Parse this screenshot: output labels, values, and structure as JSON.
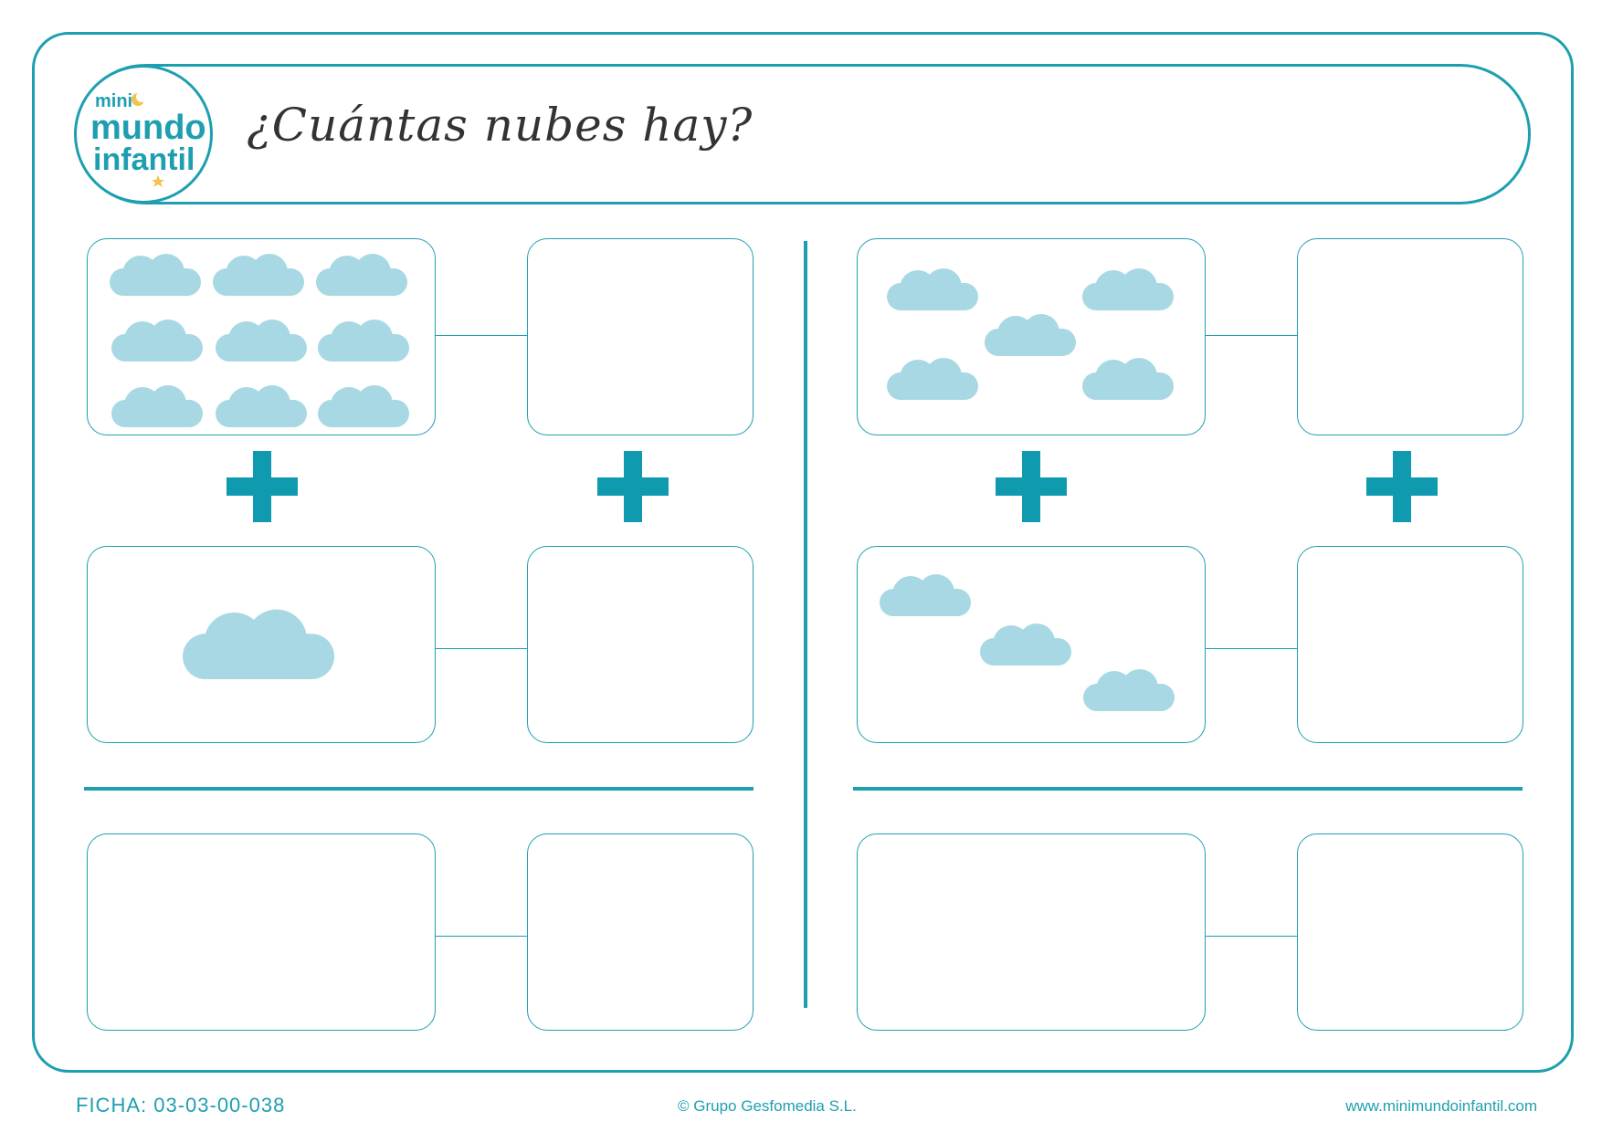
{
  "logo": {
    "line1": "mini",
    "line2": "mundo",
    "line3": "infantil"
  },
  "title": "¿Cuántas nubes hay?",
  "exercises": [
    {
      "group": "left",
      "top_count": 9,
      "bottom_count": 1
    },
    {
      "group": "right",
      "top_count": 5,
      "bottom_count": 3
    }
  ],
  "icons": {
    "plus": "plus-icon",
    "cloud": "cloud-icon"
  },
  "colors": {
    "accent": "#1e9fb0",
    "plus": "#0f9ab0",
    "cloud": "#a8d8e4",
    "moon": "#f2c14e"
  },
  "footer": {
    "code": "FICHA: 03-03-00-038",
    "copyright": "© Grupo Gesfomedia S.L.",
    "website": "www.minimundoinfantil.com"
  }
}
